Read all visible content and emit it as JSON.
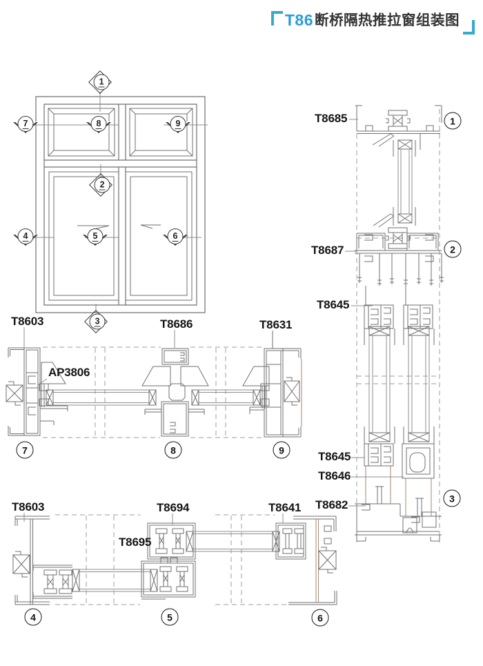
{
  "title": {
    "code": "T86",
    "name": "断桥隔热推拉窗组装图"
  },
  "colors": {
    "accent_blue": "#2d9bd6",
    "accent_teal": "#35aacd",
    "line_gray": "#6f6f6f",
    "line_brown": "#a08573"
  },
  "parts": {
    "t8603_mid": "T8603",
    "ap3806": "AP3806",
    "t8686": "T8686",
    "t8631": "T8631",
    "t8603_bottom": "T8603",
    "t8694": "T8694",
    "t8695": "T8695",
    "t8641": "T8641",
    "t8682": "T8682",
    "t8685": "T8685",
    "t8687": "T8687",
    "t8645_upper": "T8645",
    "t8645_lower": "T8645",
    "t8646": "T8646"
  },
  "markers": {
    "m1": "1",
    "m2": "2",
    "m3": "3",
    "m4": "4",
    "m5": "5",
    "m6": "6",
    "m7": "7",
    "m8": "8",
    "m9": "9"
  },
  "callouts": {
    "c1": "1",
    "c2": "2",
    "c3": "3",
    "c4": "4",
    "c5": "5",
    "c6": "6",
    "c7": "7",
    "c8": "8",
    "c9": "9"
  }
}
